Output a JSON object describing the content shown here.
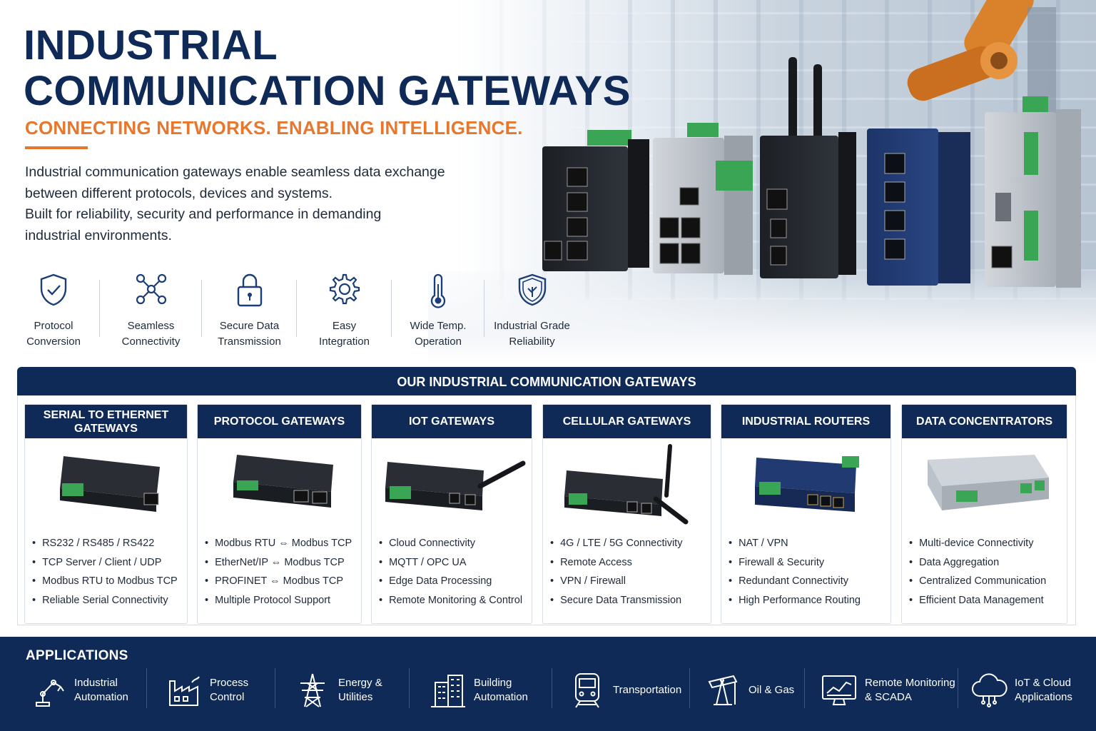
{
  "hero": {
    "title_line1": "INDUSTRIAL",
    "title_line2": "COMMUNICATION GATEWAYS",
    "tagline": "CONNECTING NETWORKS. ENABLING INTELLIGENCE.",
    "intro_line1": "Industrial communication gateways enable seamless data exchange",
    "intro_line2": "between different protocols, devices and systems.",
    "intro_line3": "Built for reliability, security and performance in demanding",
    "intro_line4": "industrial environments."
  },
  "features": [
    {
      "line1": "Protocol",
      "line2": "Conversion",
      "icon": "shield-check-icon"
    },
    {
      "line1": "Seamless",
      "line2": "Connectivity",
      "icon": "network-nodes-icon"
    },
    {
      "line1": "Secure Data",
      "line2": "Transmission",
      "icon": "padlock-icon"
    },
    {
      "line1": "Easy",
      "line2": "Integration",
      "icon": "gear-icon"
    },
    {
      "line1": "Wide Temp.",
      "line2": "Operation",
      "icon": "thermometer-icon"
    },
    {
      "line1": "Industrial Grade",
      "line2": "Reliability",
      "icon": "shield-leaf-icon"
    }
  ],
  "products": {
    "heading": "OUR INDUSTRIAL COMMUNICATION GATEWAYS",
    "cards": [
      {
        "title": "SERIAL TO ETHERNET GATEWAYS",
        "items": [
          "RS232 / RS485 / RS422",
          "TCP Server / Client / UDP",
          "Modbus RTU to Modbus TCP",
          "Reliable Serial Connectivity"
        ]
      },
      {
        "title": "PROTOCOL GATEWAYS",
        "items": [
          "Modbus RTU ⇔ Modbus TCP",
          "EtherNet/IP ⇔ Modbus TCP",
          "PROFINET ⇔ Modbus TCP",
          "Multiple Protocol Support"
        ]
      },
      {
        "title": "IOT GATEWAYS",
        "items": [
          "Cloud Connectivity",
          "MQTT / OPC UA",
          "Edge Data Processing",
          "Remote Monitoring & Control"
        ]
      },
      {
        "title": "CELLULAR GATEWAYS",
        "items": [
          "4G / LTE / 5G Connectivity",
          "Remote Access",
          "VPN / Firewall",
          "Secure Data Transmission"
        ]
      },
      {
        "title": "INDUSTRIAL ROUTERS",
        "items": [
          "NAT / VPN",
          "Firewall & Security",
          "Redundant Connectivity",
          "High Performance Routing"
        ]
      },
      {
        "title": "DATA CONCENTRATORS",
        "items": [
          "Multi-device Connectivity",
          "Data Aggregation",
          "Centralized Communication",
          "Efficient Data Management"
        ]
      }
    ]
  },
  "applications": {
    "heading": "APPLICATIONS",
    "items": [
      {
        "label": "Industrial\nAutomation",
        "icon": "robot-arm-icon"
      },
      {
        "label": "Process\nControl",
        "icon": "factory-icon"
      },
      {
        "label": "Energy &\nUtilities",
        "icon": "power-tower-icon"
      },
      {
        "label": "Building\nAutomation",
        "icon": "building-icon"
      },
      {
        "label": "Transportation",
        "icon": "train-icon"
      },
      {
        "label": "Oil & Gas",
        "icon": "oil-pump-icon"
      },
      {
        "label": "Remote Monitoring\n& SCADA",
        "icon": "monitor-chart-icon"
      },
      {
        "label": "IoT & Cloud\nApplications",
        "icon": "cloud-icon"
      }
    ]
  },
  "colors": {
    "navy": "#0f2a56",
    "orange": "#e8772e",
    "green_terminal": "#3aa655"
  }
}
